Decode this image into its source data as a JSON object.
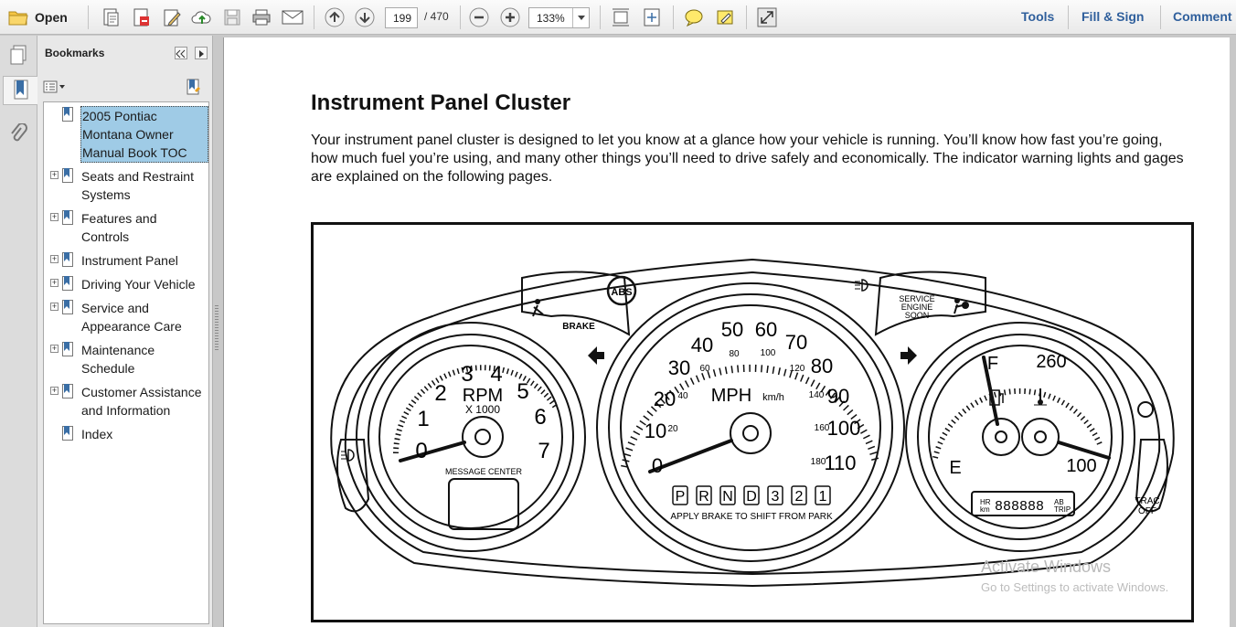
{
  "toolbar": {
    "open_label": "Open",
    "page_current": "199",
    "page_total": "/ 470",
    "zoom": "133%",
    "tools": "Tools",
    "fill_sign": "Fill & Sign",
    "comment": "Comment"
  },
  "bookmarks": {
    "title": "Bookmarks",
    "items": [
      {
        "label": "2005 Pontiac Montana Owner Manual Book TOC"
      },
      {
        "label": "Seats and Restraint Systems"
      },
      {
        "label": "Features and Controls"
      },
      {
        "label": "Instrument Panel"
      },
      {
        "label": "Driving Your Vehicle"
      },
      {
        "label": "Service and Appearance Care"
      },
      {
        "label": "Maintenance Schedule"
      },
      {
        "label": "Customer Assistance and Information"
      },
      {
        "label": "Index"
      }
    ]
  },
  "document": {
    "title": "Instrument Panel Cluster",
    "body": "Your instrument panel cluster is designed to let you know at a glance how your vehicle is running. You’ll know how fast you’re going, how much fuel you’re using, and many other things you’ll need to drive safely and economically. The indicator warning lights and gages are explained on the following pages."
  },
  "figure": {
    "abs": "ABS",
    "brake": "BRAKE",
    "service1": "SERVICE",
    "service2": "ENGINE",
    "service3": "SOON",
    "rpm": "RPM",
    "rpm_x": "X 1000",
    "tach_nums": [
      "0",
      "1",
      "2",
      "3",
      "4",
      "5",
      "6",
      "7"
    ],
    "message_center": "MESSAGE CENTER",
    "mph": "MPH",
    "kmh": "km/h",
    "mph_nums": [
      "0",
      "10",
      "20",
      "30",
      "40",
      "50",
      "60",
      "70",
      "80",
      "90",
      "100",
      "110"
    ],
    "kmh_nums": [
      "20",
      "40",
      "60",
      "80",
      "100",
      "120",
      "140",
      "160",
      "180"
    ],
    "gears": [
      "P",
      "R",
      "N",
      "D",
      "3",
      "2",
      "1"
    ],
    "apply_brake": "APPLY BRAKE TO SHIFT FROM PARK",
    "fuel_f": "F",
    "fuel_e": "E",
    "temp_260": "260",
    "temp_100": "100",
    "odo_hr": "HR",
    "odo_km": "km",
    "odo_digits": "888888",
    "odo_ab": "AB",
    "odo_trip": "TRIP",
    "trac1": "TRAC",
    "trac2": "OFF"
  },
  "watermark": {
    "line1": "Activate Windows",
    "line2": "Go to Settings to activate Windows."
  }
}
